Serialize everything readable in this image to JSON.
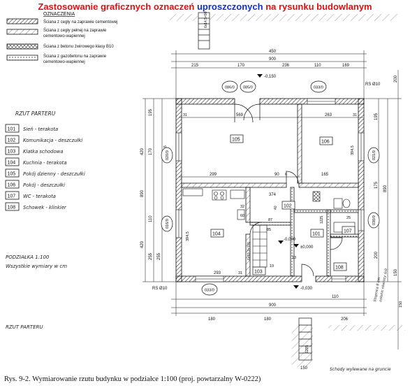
{
  "title": {
    "part1": "Zastosowanie graficznych oznaczeń ",
    "part2": "uproszczonych",
    "part3": " na rysunku budowlanym"
  },
  "legend": {
    "heading": "OZNACZENIA",
    "items": [
      "Ściana z cegły na zaprawie cementowej",
      "Ściana z cegły pełnej na zaprawie",
      "cementowo-wapiennej",
      "Ściana z betonu żwirowego klasy B10",
      "Ściana z gazobetonu na zaprawie",
      "cementowo-wapiennej"
    ]
  },
  "rooms_list": {
    "heading": "RZUT PARTERU",
    "items": [
      {
        "no": "101",
        "name": "Sień - terakota"
      },
      {
        "no": "102",
        "name": "Komunikacja - deszczułki"
      },
      {
        "no": "103",
        "name": "Klatka schodowa"
      },
      {
        "no": "104",
        "name": "Kuchnia - terakota"
      },
      {
        "no": "105",
        "name": "Pokój dzienny - deszczułki"
      },
      {
        "no": "106",
        "name": "Pokój - deszczułki"
      },
      {
        "no": "107",
        "name": "WC - terakota"
      },
      {
        "no": "108",
        "name": "Schowek - klinkier"
      }
    ]
  },
  "scale_note": {
    "line1": "PODZIAŁKA 1:100",
    "line2": "Wszystkie wymiary w cm"
  },
  "bottom_label": "RZUT PARTERU",
  "stairs_note": "Schody wylewane na gruncie",
  "steps_note": {
    "line1": "Stopnica 8 cm",
    "line2": "osłonic równicy ścił"
  },
  "caption": "Rys. 9-2. Wymiarowanie rzutu budynku w podziałce 1:100 (proj. powtarzalny W-0222)",
  "plan": {
    "room_labels": [
      "101",
      "102",
      "103",
      "104",
      "105",
      "106",
      "107",
      "108"
    ],
    "window_tags": [
      "086/0",
      "085/0",
      "033/0",
      "020/0",
      "021/0",
      "016/0",
      "030/0",
      "033/0"
    ],
    "rs_labels": [
      "RS Ø10",
      "RS Ø10"
    ],
    "levels": [
      "-0,150",
      "-0,030",
      "±0,000",
      "-0,090"
    ],
    "dim_top": [
      "450",
      "900",
      "215",
      "170",
      "236",
      "110",
      "169",
      "31",
      "569",
      "263",
      "31"
    ],
    "dim_bottom": [
      "293",
      "31",
      "110",
      "900",
      "180",
      "180",
      "206",
      "150",
      "150"
    ],
    "dim_left": [
      "195",
      "420",
      "170",
      "110",
      "890",
      "420",
      "255",
      "255"
    ],
    "dim_right": [
      "200",
      "195",
      "890",
      "175",
      "120",
      "200",
      "150"
    ],
    "dim_inner": [
      "394,5",
      "299",
      "90",
      "6",
      "165",
      "394,5",
      "374",
      "394,5",
      "87",
      "85",
      "6x19,2=115",
      "6x14,5=30",
      "6x14,5=90",
      "1295",
      "1225",
      "40",
      "32",
      "60",
      "25",
      "19",
      "13"
    ]
  }
}
